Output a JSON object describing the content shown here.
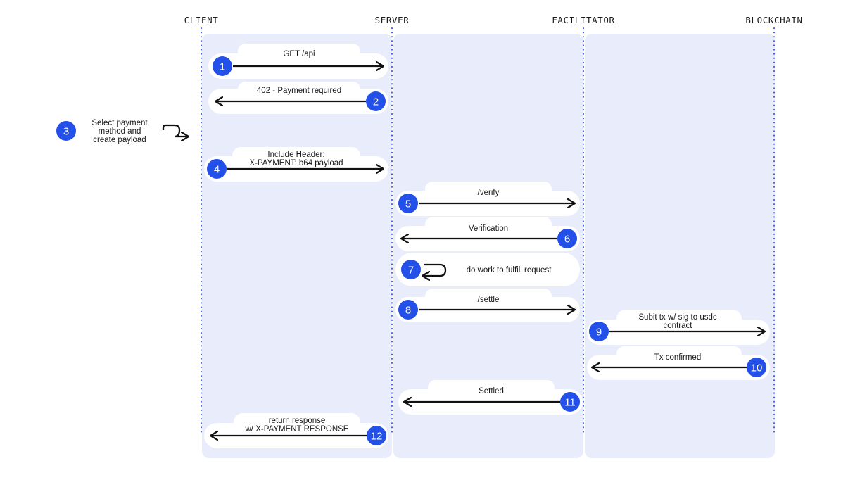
{
  "columns": [
    {
      "id": "client",
      "label": "CLIENT"
    },
    {
      "id": "server",
      "label": "SERVER"
    },
    {
      "id": "facilitator",
      "label": "FACILITATOR"
    },
    {
      "id": "blockchain",
      "label": "BLOCKCHAIN"
    }
  ],
  "colors": {
    "lane_fill": "#e8ecfb",
    "pill_fill": "#ffffff",
    "step_badge": "#2250e8",
    "lifeline": "#2b55e6",
    "arrow": "#111111"
  },
  "steps": [
    {
      "num": "1",
      "lines": [
        "GET /api"
      ],
      "from": "client",
      "to": "server"
    },
    {
      "num": "2",
      "lines": [
        "402 - Payment required"
      ],
      "from": "server",
      "to": "client"
    },
    {
      "num": "3",
      "lines": [
        "Select payment",
        "method and",
        "create payload"
      ],
      "from": "client",
      "to": "client",
      "self": true
    },
    {
      "num": "4",
      "lines": [
        "Include Header:",
        "X-PAYMENT: b64 payload"
      ],
      "from": "client",
      "to": "server"
    },
    {
      "num": "5",
      "lines": [
        "/verify"
      ],
      "from": "server",
      "to": "facilitator"
    },
    {
      "num": "6",
      "lines": [
        "Verification"
      ],
      "from": "facilitator",
      "to": "server"
    },
    {
      "num": "7",
      "lines": [
        "do work to fulfill request"
      ],
      "from": "server",
      "to": "server",
      "self": true
    },
    {
      "num": "8",
      "lines": [
        "/settle"
      ],
      "from": "server",
      "to": "facilitator"
    },
    {
      "num": "9",
      "lines": [
        "Subit tx w/ sig to usdc",
        "contract"
      ],
      "from": "facilitator",
      "to": "blockchain"
    },
    {
      "num": "10",
      "lines": [
        "Tx confirmed"
      ],
      "from": "blockchain",
      "to": "facilitator"
    },
    {
      "num": "11",
      "lines": [
        "Settled"
      ],
      "from": "facilitator",
      "to": "server"
    },
    {
      "num": "12",
      "lines": [
        "return response",
        "w/ X-PAYMENT RESPONSE"
      ],
      "from": "server",
      "to": "client"
    }
  ]
}
